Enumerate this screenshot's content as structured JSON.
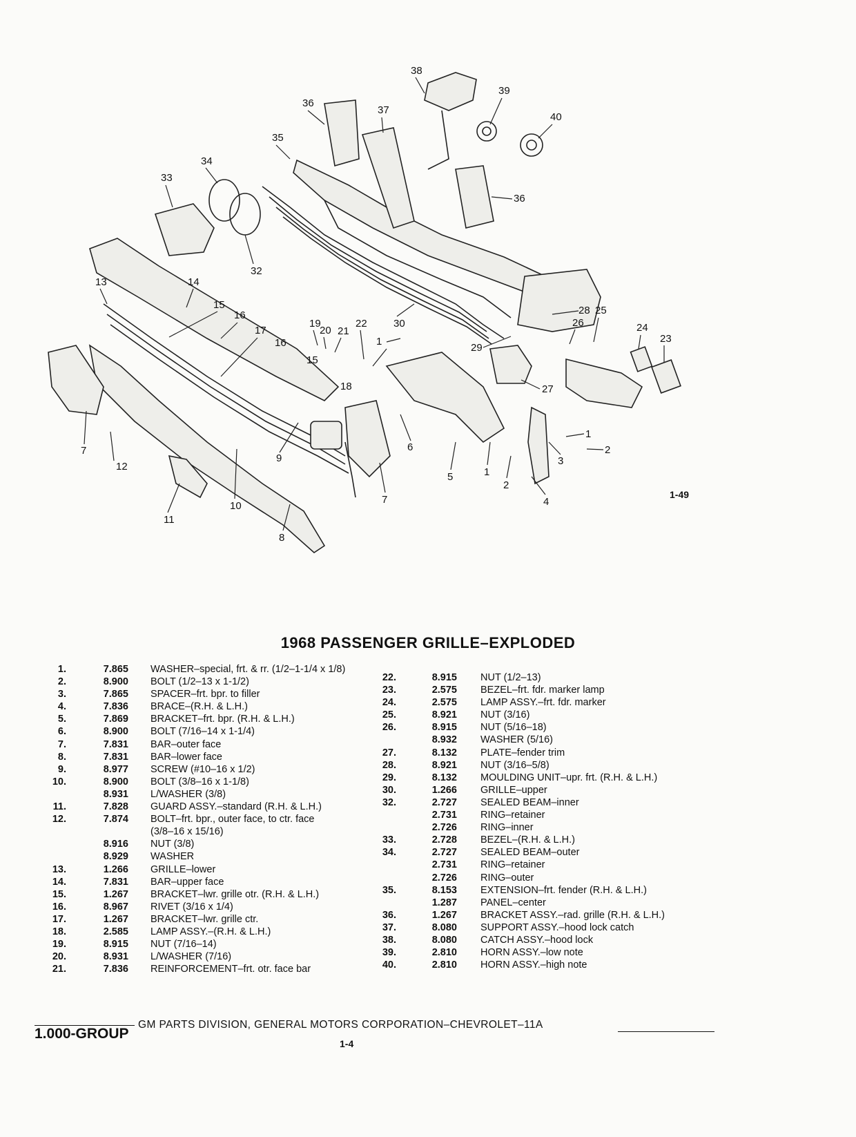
{
  "figure": {
    "number": "1-49",
    "callouts": [
      "1",
      "2",
      "3",
      "4",
      "5",
      "6",
      "7",
      "8",
      "9",
      "10",
      "11",
      "12",
      "13",
      "14",
      "15",
      "16",
      "17",
      "18",
      "19",
      "20",
      "21",
      "22",
      "23",
      "24",
      "25",
      "26",
      "27",
      "28",
      "29",
      "30",
      "32",
      "33",
      "34",
      "35",
      "36",
      "37",
      "38",
      "39",
      "40"
    ]
  },
  "title": "1968 PASSENGER GRILLE–EXPLODED",
  "parts_left": [
    {
      "n": "1.",
      "p": "7.865",
      "d": "WASHER–special, frt. & rr. (1/2–1-1/4 x 1/8)"
    },
    {
      "n": "2.",
      "p": "8.900",
      "d": "BOLT (1/2–13 x 1-1/2)"
    },
    {
      "n": "3.",
      "p": "7.865",
      "d": "SPACER–frt. bpr. to filler"
    },
    {
      "n": "4.",
      "p": "7.836",
      "d": "BRACE–(R.H. & L.H.)"
    },
    {
      "n": "5.",
      "p": "7.869",
      "d": "BRACKET–frt. bpr. (R.H. & L.H.)"
    },
    {
      "n": "6.",
      "p": "8.900",
      "d": "BOLT (7/16–14 x 1-1/4)"
    },
    {
      "n": "7.",
      "p": "7.831",
      "d": "BAR–outer face"
    },
    {
      "n": "8.",
      "p": "7.831",
      "d": "BAR–lower face"
    },
    {
      "n": "9.",
      "p": "8.977",
      "d": "SCREW (#10–16 x 1/2)"
    },
    {
      "n": "10.",
      "p": "8.900",
      "d": "BOLT (3/8–16 x 1-1/8)"
    },
    {
      "n": "",
      "p": "8.931",
      "d": "L/WASHER (3/8)"
    },
    {
      "n": "11.",
      "p": "7.828",
      "d": "GUARD ASSY.–standard (R.H. & L.H.)"
    },
    {
      "n": "12.",
      "p": "7.874",
      "d": "BOLT–frt. bpr., outer face, to ctr. face"
    },
    {
      "n": "",
      "p": "",
      "d": "(3/8–16 x 15/16)"
    },
    {
      "n": "",
      "p": "8.916",
      "d": "NUT (3/8)"
    },
    {
      "n": "",
      "p": "8.929",
      "d": "WASHER"
    },
    {
      "n": "13.",
      "p": "1.266",
      "d": "GRILLE–lower"
    },
    {
      "n": "14.",
      "p": "7.831",
      "d": "BAR–upper face"
    },
    {
      "n": "15.",
      "p": "1.267",
      "d": "BRACKET–lwr. grille otr. (R.H. & L.H.)"
    },
    {
      "n": "16.",
      "p": "8.967",
      "d": "RIVET (3/16 x 1/4)"
    },
    {
      "n": "17.",
      "p": "1.267",
      "d": "BRACKET–lwr. grille ctr."
    },
    {
      "n": "18.",
      "p": "2.585",
      "d": "LAMP ASSY.–(R.H. & L.H.)"
    },
    {
      "n": "19.",
      "p": "8.915",
      "d": "NUT (7/16–14)"
    },
    {
      "n": "20.",
      "p": "8.931",
      "d": "L/WASHER (7/16)"
    },
    {
      "n": "21.",
      "p": "7.836",
      "d": "REINFORCEMENT–frt. otr. face bar"
    }
  ],
  "parts_right": [
    {
      "n": "22.",
      "p": "8.915",
      "d": "NUT (1/2–13)"
    },
    {
      "n": "23.",
      "p": "2.575",
      "d": "BEZEL–frt. fdr. marker lamp"
    },
    {
      "n": "24.",
      "p": "2.575",
      "d": "LAMP ASSY.–frt. fdr. marker"
    },
    {
      "n": "25.",
      "p": "8.921",
      "d": "NUT (3/16)"
    },
    {
      "n": "26.",
      "p": "8.915",
      "d": "NUT (5/16–18)"
    },
    {
      "n": "",
      "p": "8.932",
      "d": "WASHER (5/16)"
    },
    {
      "n": "27.",
      "p": "8.132",
      "d": "PLATE–fender trim"
    },
    {
      "n": "28.",
      "p": "8.921",
      "d": "NUT (3/16–5/8)"
    },
    {
      "n": "29.",
      "p": "8.132",
      "d": "MOULDING UNIT–upr. frt. (R.H. & L.H.)"
    },
    {
      "n": "30.",
      "p": "1.266",
      "d": "GRILLE–upper"
    },
    {
      "n": "32.",
      "p": "2.727",
      "d": "SEALED BEAM–inner"
    },
    {
      "n": "",
      "p": "2.731",
      "d": "RING–retainer"
    },
    {
      "n": "",
      "p": "2.726",
      "d": "RING–inner"
    },
    {
      "n": "33.",
      "p": "2.728",
      "d": "BEZEL–(R.H. & L.H.)"
    },
    {
      "n": "34.",
      "p": "2.727",
      "d": "SEALED BEAM–outer"
    },
    {
      "n": "",
      "p": "2.731",
      "d": "RING–retainer"
    },
    {
      "n": "",
      "p": "2.726",
      "d": "RING–outer"
    },
    {
      "n": "35.",
      "p": "8.153",
      "d": "EXTENSION–frt. fender (R.H. & L.H.)"
    },
    {
      "n": "",
      "p": "1.287",
      "d": "PANEL–center"
    },
    {
      "n": "36.",
      "p": "1.267",
      "d": "BRACKET ASSY.–rad. grille (R.H. & L.H.)"
    },
    {
      "n": "37.",
      "p": "8.080",
      "d": "SUPPORT ASSY.–hood lock catch"
    },
    {
      "n": "38.",
      "p": "8.080",
      "d": "CATCH ASSY.–hood lock"
    },
    {
      "n": "39.",
      "p": "2.810",
      "d": "HORN ASSY.–low note"
    },
    {
      "n": "40.",
      "p": "2.810",
      "d": "HORN ASSY.–high note"
    }
  ],
  "footer": {
    "group": "1.000-GROUP",
    "credit": "GM PARTS DIVISION, GENERAL MOTORS CORPORATION–CHEVROLET–11A",
    "page": "1-4"
  }
}
